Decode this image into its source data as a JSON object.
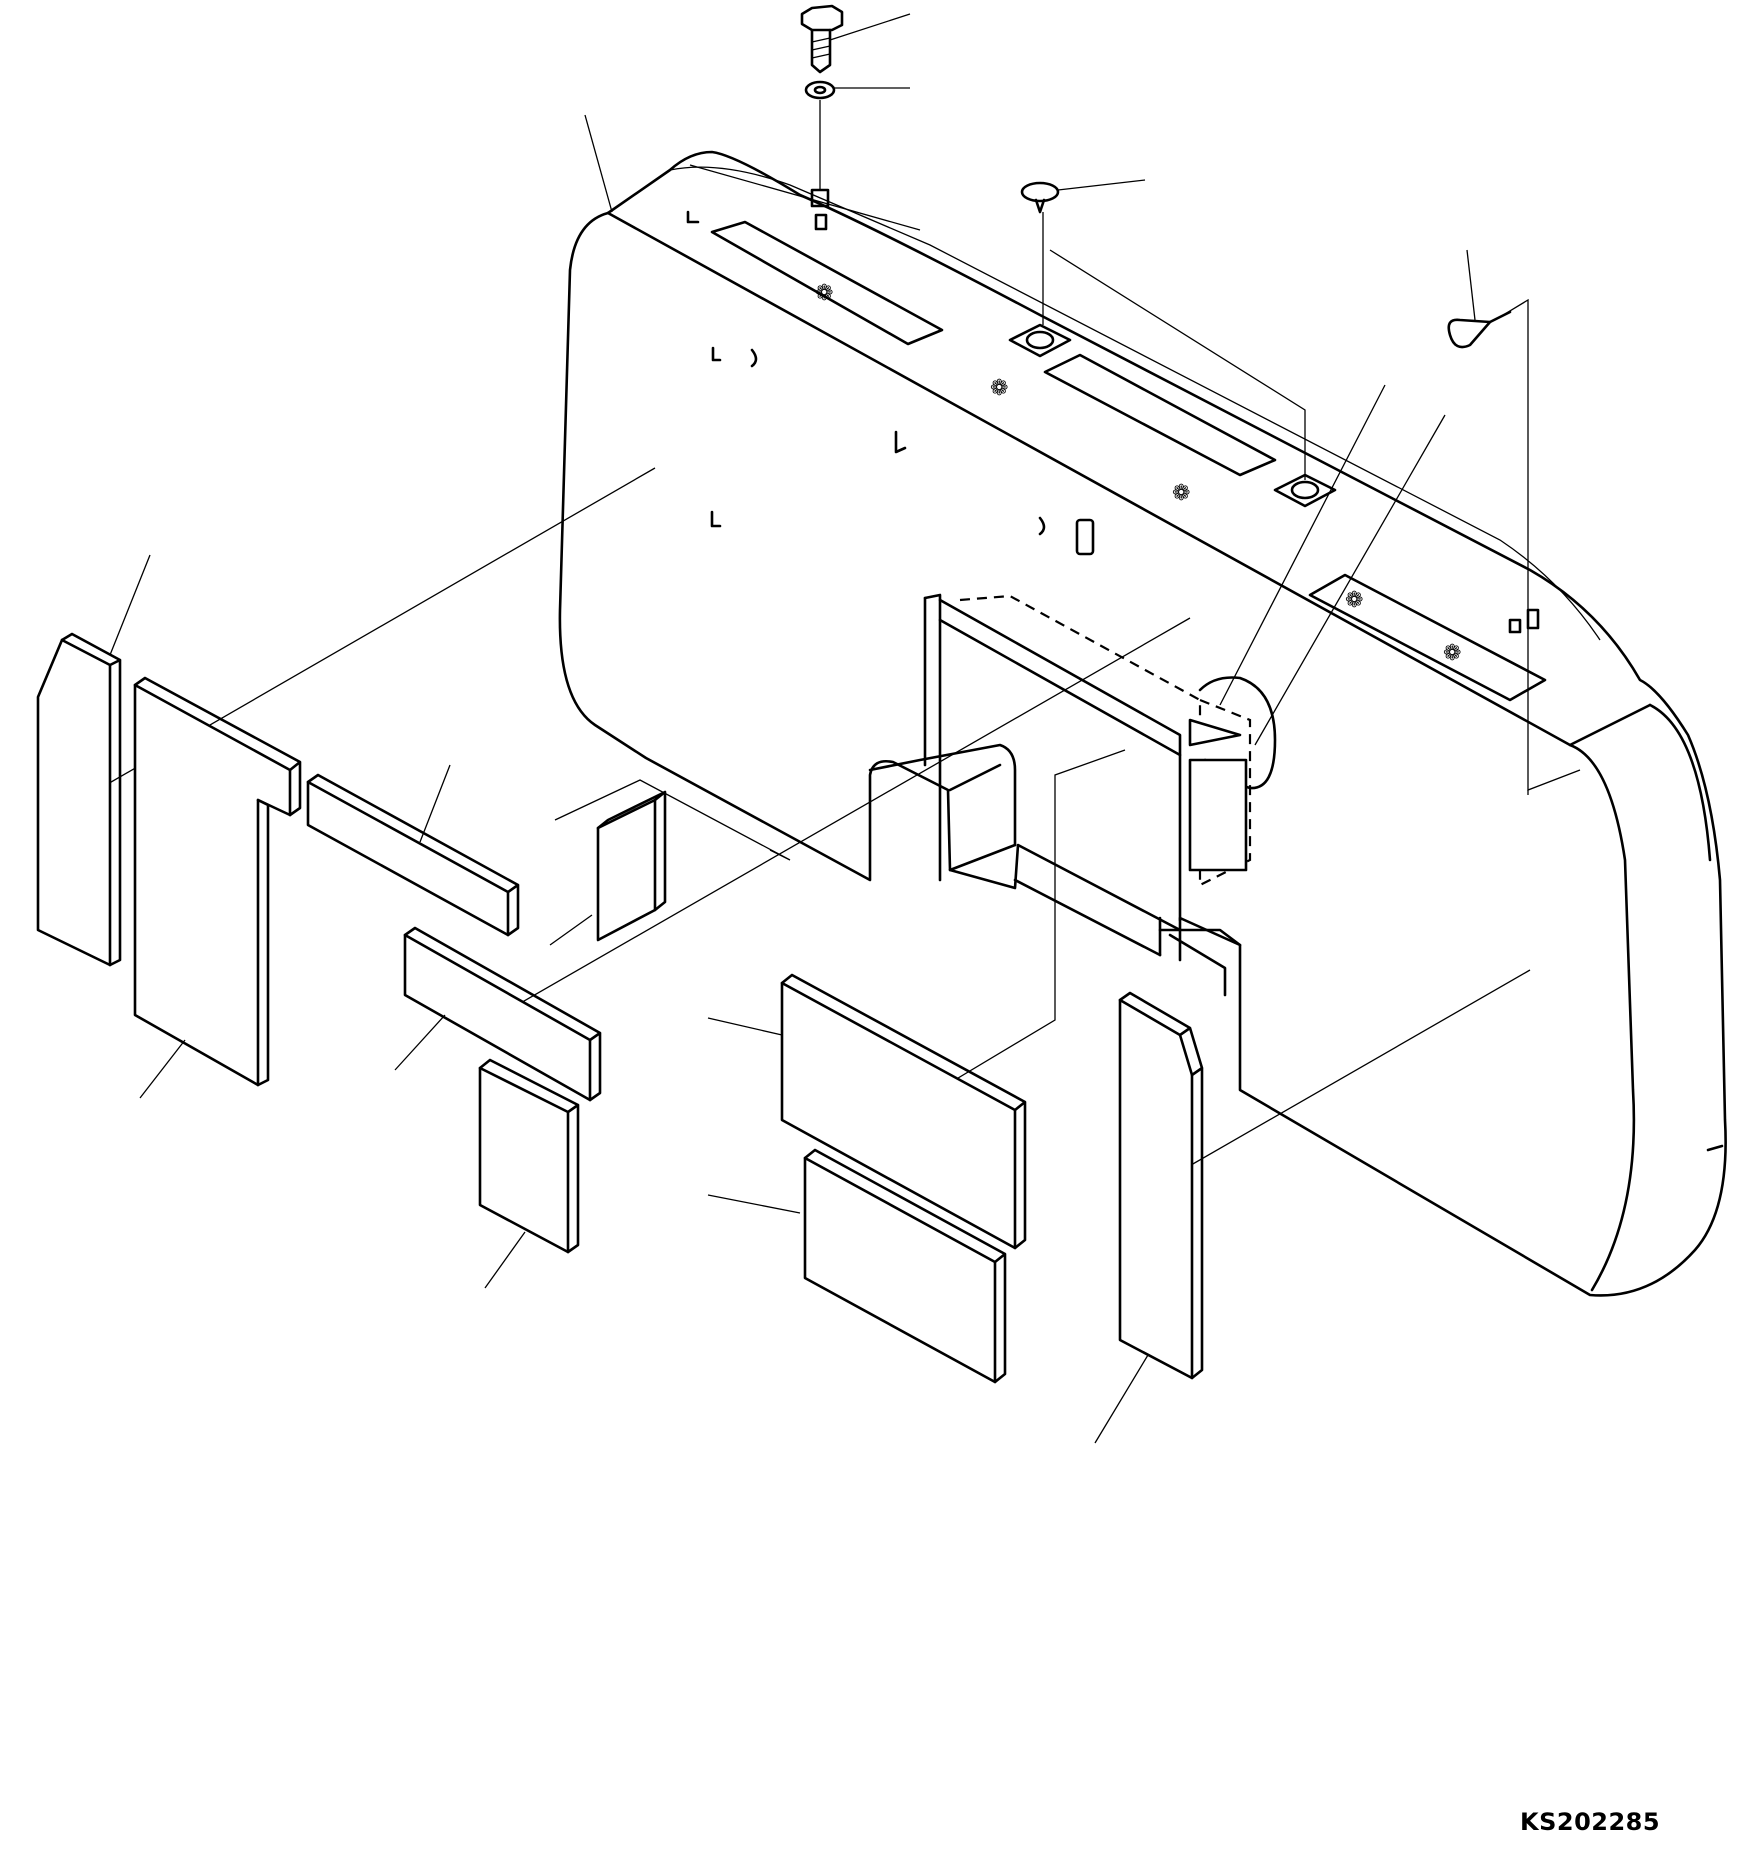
{
  "diagram": {
    "drawing_code": "KS202285",
    "parts": [
      {
        "name": "counterweight-body",
        "icon": "counterweight-icon"
      },
      {
        "name": "bolt",
        "icon": "bolt-icon"
      },
      {
        "name": "washer",
        "icon": "washer-icon"
      },
      {
        "name": "plug",
        "icon": "plug-icon"
      },
      {
        "name": "clip",
        "icon": "clip-icon"
      },
      {
        "name": "insulation-pads",
        "icon": "pad-icon"
      }
    ],
    "colors": {
      "line": "#000000",
      "background": "#ffffff"
    }
  }
}
